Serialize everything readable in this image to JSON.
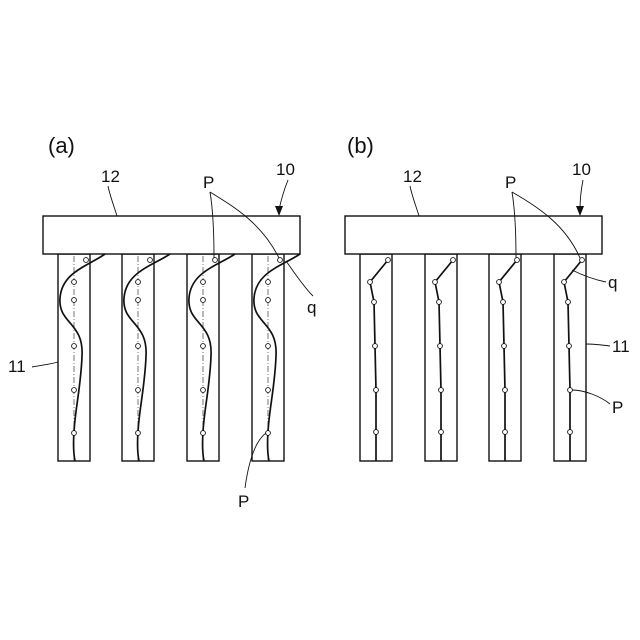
{
  "figure": {
    "panel_a": {
      "label": "(a)",
      "callouts": {
        "apparatus": "10",
        "plate": "12",
        "point_upper": "P",
        "point_lower": "P",
        "curve": "q",
        "column": "11"
      }
    },
    "panel_b": {
      "label": "(b)",
      "callouts": {
        "apparatus": "10",
        "plate": "12",
        "point_upper": "P",
        "point_lower": "P",
        "curve": "q",
        "column": "11"
      }
    },
    "colors": {
      "line": "#111111",
      "axis": "#555555",
      "background": "#ffffff"
    }
  }
}
